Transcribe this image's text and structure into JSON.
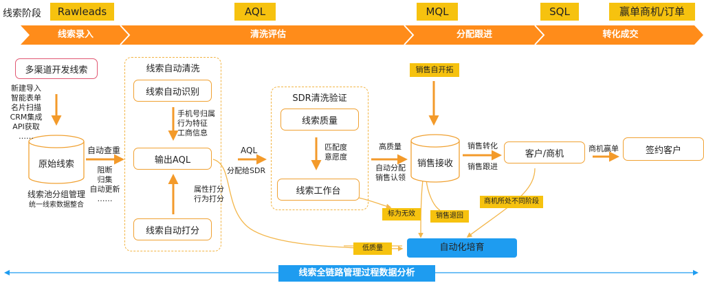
{
  "stage_label": "线索阶段",
  "top_tags": [
    "Rawleads",
    "AQL",
    "MQL",
    "SQL",
    "赢单商机/订单"
  ],
  "chevrons": [
    "线索录入",
    "清洗评估",
    "分配跟进",
    "转化成交"
  ],
  "boxes": {
    "multichannel": "多渠道开发线索",
    "auto_clean_title": "线索自动清洗",
    "auto_identify": "线索自动识别",
    "output_aql": "输出AQL",
    "auto_score": "线索自动打分",
    "sdr_title": "SDR清洗验证",
    "lead_quality": "线索质量",
    "lead_workbench": "线索工作台",
    "sales_self": "销售自开拓",
    "customer": "客户/商机",
    "signed": "签约客户",
    "auto_nurture": "自动化培育",
    "bottom_bar": "线索全链路管理过程数据分析"
  },
  "cylinders": {
    "raw_leads": "原始线索",
    "sales_receive": "销售接收"
  },
  "texts": {
    "sources": [
      "新建导入",
      "智能表单",
      "名片扫描",
      "CRM集成",
      "API获取",
      "……"
    ],
    "auto_dedup": "自动查重",
    "block_merge": [
      "阻断",
      "归集",
      "自动更新",
      "……"
    ],
    "pool": "线索池分组管理",
    "pool_sub": "统一线索数据整合",
    "phone_attr": [
      "手机号归属",
      "行为特征",
      "工商信息"
    ],
    "attr_score": [
      "属性打分",
      "行为打分"
    ],
    "aql": "AQL",
    "assign_sdr": "分配给SDR",
    "match_intent": [
      "匹配度",
      "意愿度"
    ],
    "high_quality": "高质量",
    "auto_assign": [
      "自动分配",
      "销售认领"
    ],
    "sales_convert": "销售转化",
    "sales_follow": "销售跟进",
    "opp_win": "商机赢单"
  },
  "small_tags": {
    "invalid": "标为无效",
    "sales_return": "销售退回",
    "low_quality": "低质量",
    "diff_stage": "商机所处不同阶段"
  },
  "colors": {
    "orange": "#ff8c1a",
    "yellow": "#f6c20f",
    "blue": "#1e9cf0",
    "arrow": "#f39a2a"
  }
}
